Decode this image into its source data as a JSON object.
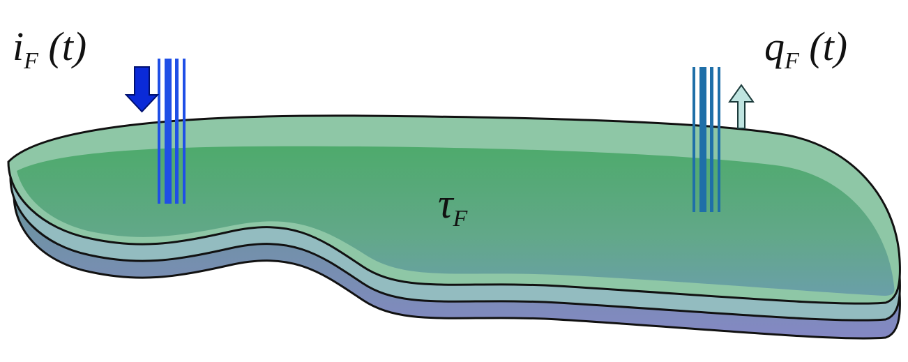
{
  "labels": {
    "inflow": {
      "symbol": "i",
      "subscript": "F",
      "argument": "(t)"
    },
    "outflow": {
      "symbol": "q",
      "subscript": "F",
      "argument": "(t)"
    },
    "residence_time": {
      "symbol": "τ",
      "subscript": "F"
    }
  },
  "colors": {
    "top_layer": "#8ec5a6",
    "middle_layer": "#8fb8be",
    "bottom_layer": "#8a90c0",
    "water_body": "#5aa878",
    "inflow_pipe": "#1f4fe6",
    "inflow_arrow": "#0a2ad8",
    "outflow_pipe": "#1f6fa8",
    "outflow_arrow": "#bfe4e0"
  },
  "icons": {
    "inflow_arrow": "arrow-down-icon",
    "outflow_arrow": "arrow-up-icon"
  }
}
